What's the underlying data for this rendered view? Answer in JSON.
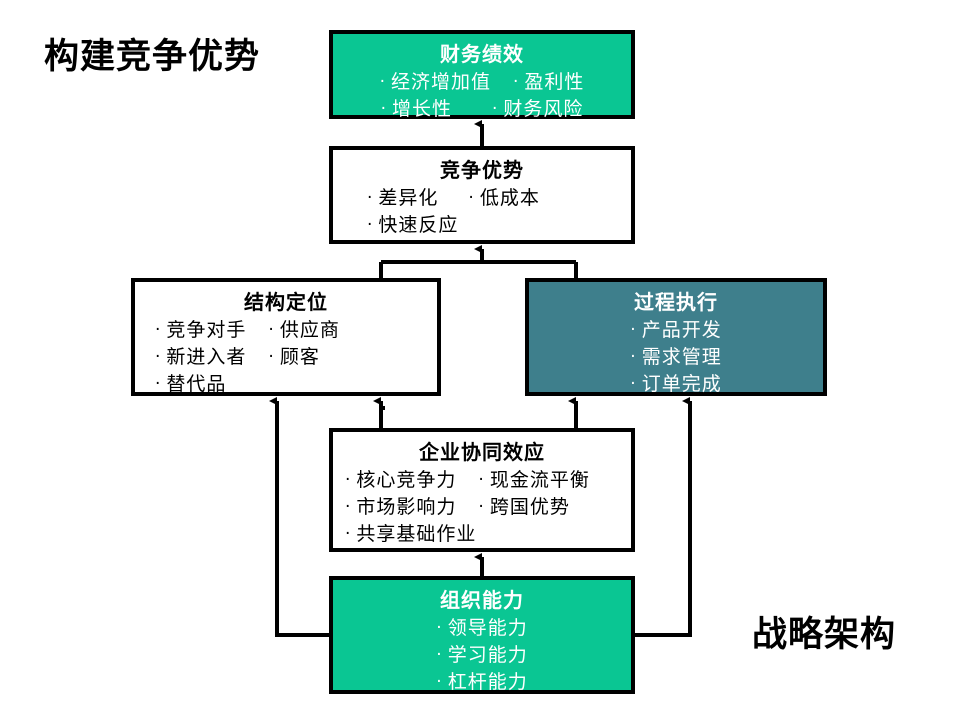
{
  "page": {
    "title_left": "构建竞争优势",
    "title_right": "战略架构",
    "background": "#ffffff"
  },
  "colors": {
    "green": "#0ac693",
    "teal": "#3e7f8c",
    "outline": "#000000",
    "white": "#ffffff"
  },
  "nodes": {
    "financial": {
      "title": "财务绩效",
      "fill": "green",
      "rows": [
        [
          "经济增加值",
          "盈利性"
        ],
        [
          "增长性",
          "财务风险"
        ]
      ]
    },
    "advantage": {
      "title": "竞争优势",
      "fill": "white",
      "rows": [
        [
          "差异化",
          "低成本"
        ],
        [
          "快速反应"
        ]
      ]
    },
    "structure": {
      "title": "结构定位",
      "fill": "white",
      "rows": [
        [
          "竞争对手",
          "供应商"
        ],
        [
          "新进入者",
          "顾客"
        ],
        [
          "替代品"
        ]
      ]
    },
    "process": {
      "title": "过程执行",
      "fill": "teal",
      "rows": [
        [
          "产品开发"
        ],
        [
          "需求管理"
        ],
        [
          "订单完成"
        ]
      ]
    },
    "synergy": {
      "title": "企业协同效应",
      "fill": "white",
      "rows": [
        [
          "核心竞争力",
          "现金流平衡"
        ],
        [
          "市场影响力",
          "跨国优势"
        ],
        [
          "共享基础作业"
        ]
      ]
    },
    "capability": {
      "title": "组织能力",
      "fill": "green",
      "rows": [
        [
          "领导能力"
        ],
        [
          "学习能力"
        ],
        [
          "杠杆能力"
        ]
      ]
    }
  },
  "bullet_glyph": "·",
  "connectors": [
    {
      "name": "advantage-to-financial",
      "from": "advantage",
      "to": "financial",
      "kind": "arrow-up"
    },
    {
      "name": "structure-process-to-advantage",
      "from": "structure+process",
      "to": "advantage",
      "kind": "merge-arrow-up"
    },
    {
      "name": "synergy-to-structure",
      "from": "synergy",
      "to": "structure",
      "kind": "elbow-arrow-up"
    },
    {
      "name": "synergy-to-process",
      "from": "synergy",
      "to": "process",
      "kind": "elbow-arrow-up"
    },
    {
      "name": "capability-to-structure",
      "from": "capability",
      "to": "structure",
      "kind": "long-left-arrow-up"
    },
    {
      "name": "capability-to-process",
      "from": "capability",
      "to": "process",
      "kind": "long-right-arrow-up"
    },
    {
      "name": "capability-to-synergy",
      "from": "capability",
      "to": "synergy",
      "kind": "arrow-up"
    }
  ]
}
